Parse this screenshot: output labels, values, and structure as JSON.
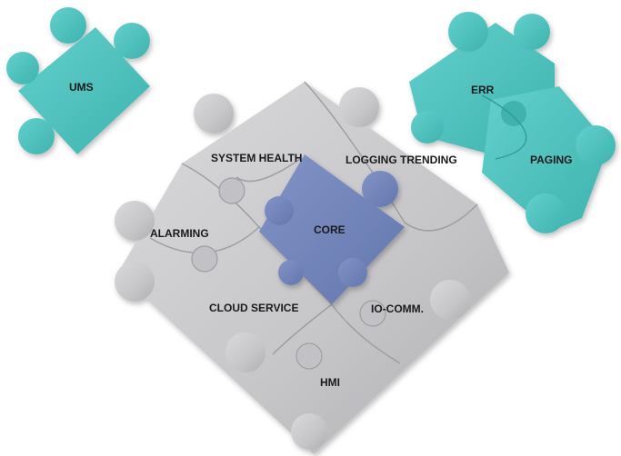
{
  "pieces": {
    "ums": "UMS",
    "err": "ERR",
    "paging": "PAGING",
    "system_health": "SYSTEM HEALTH",
    "logging_trending": "LOGGING TRENDING",
    "alarming": "ALARMING",
    "core": "CORE",
    "cloud_service": "CLOUD SERVICE",
    "io_comm": "IO-COMM.",
    "hmi": "HMI"
  },
  "colors": {
    "teal": "#4fc5c1",
    "grey": "#c9c9cb",
    "core_blue": "#7387bd",
    "label": "#1a1a1a"
  }
}
